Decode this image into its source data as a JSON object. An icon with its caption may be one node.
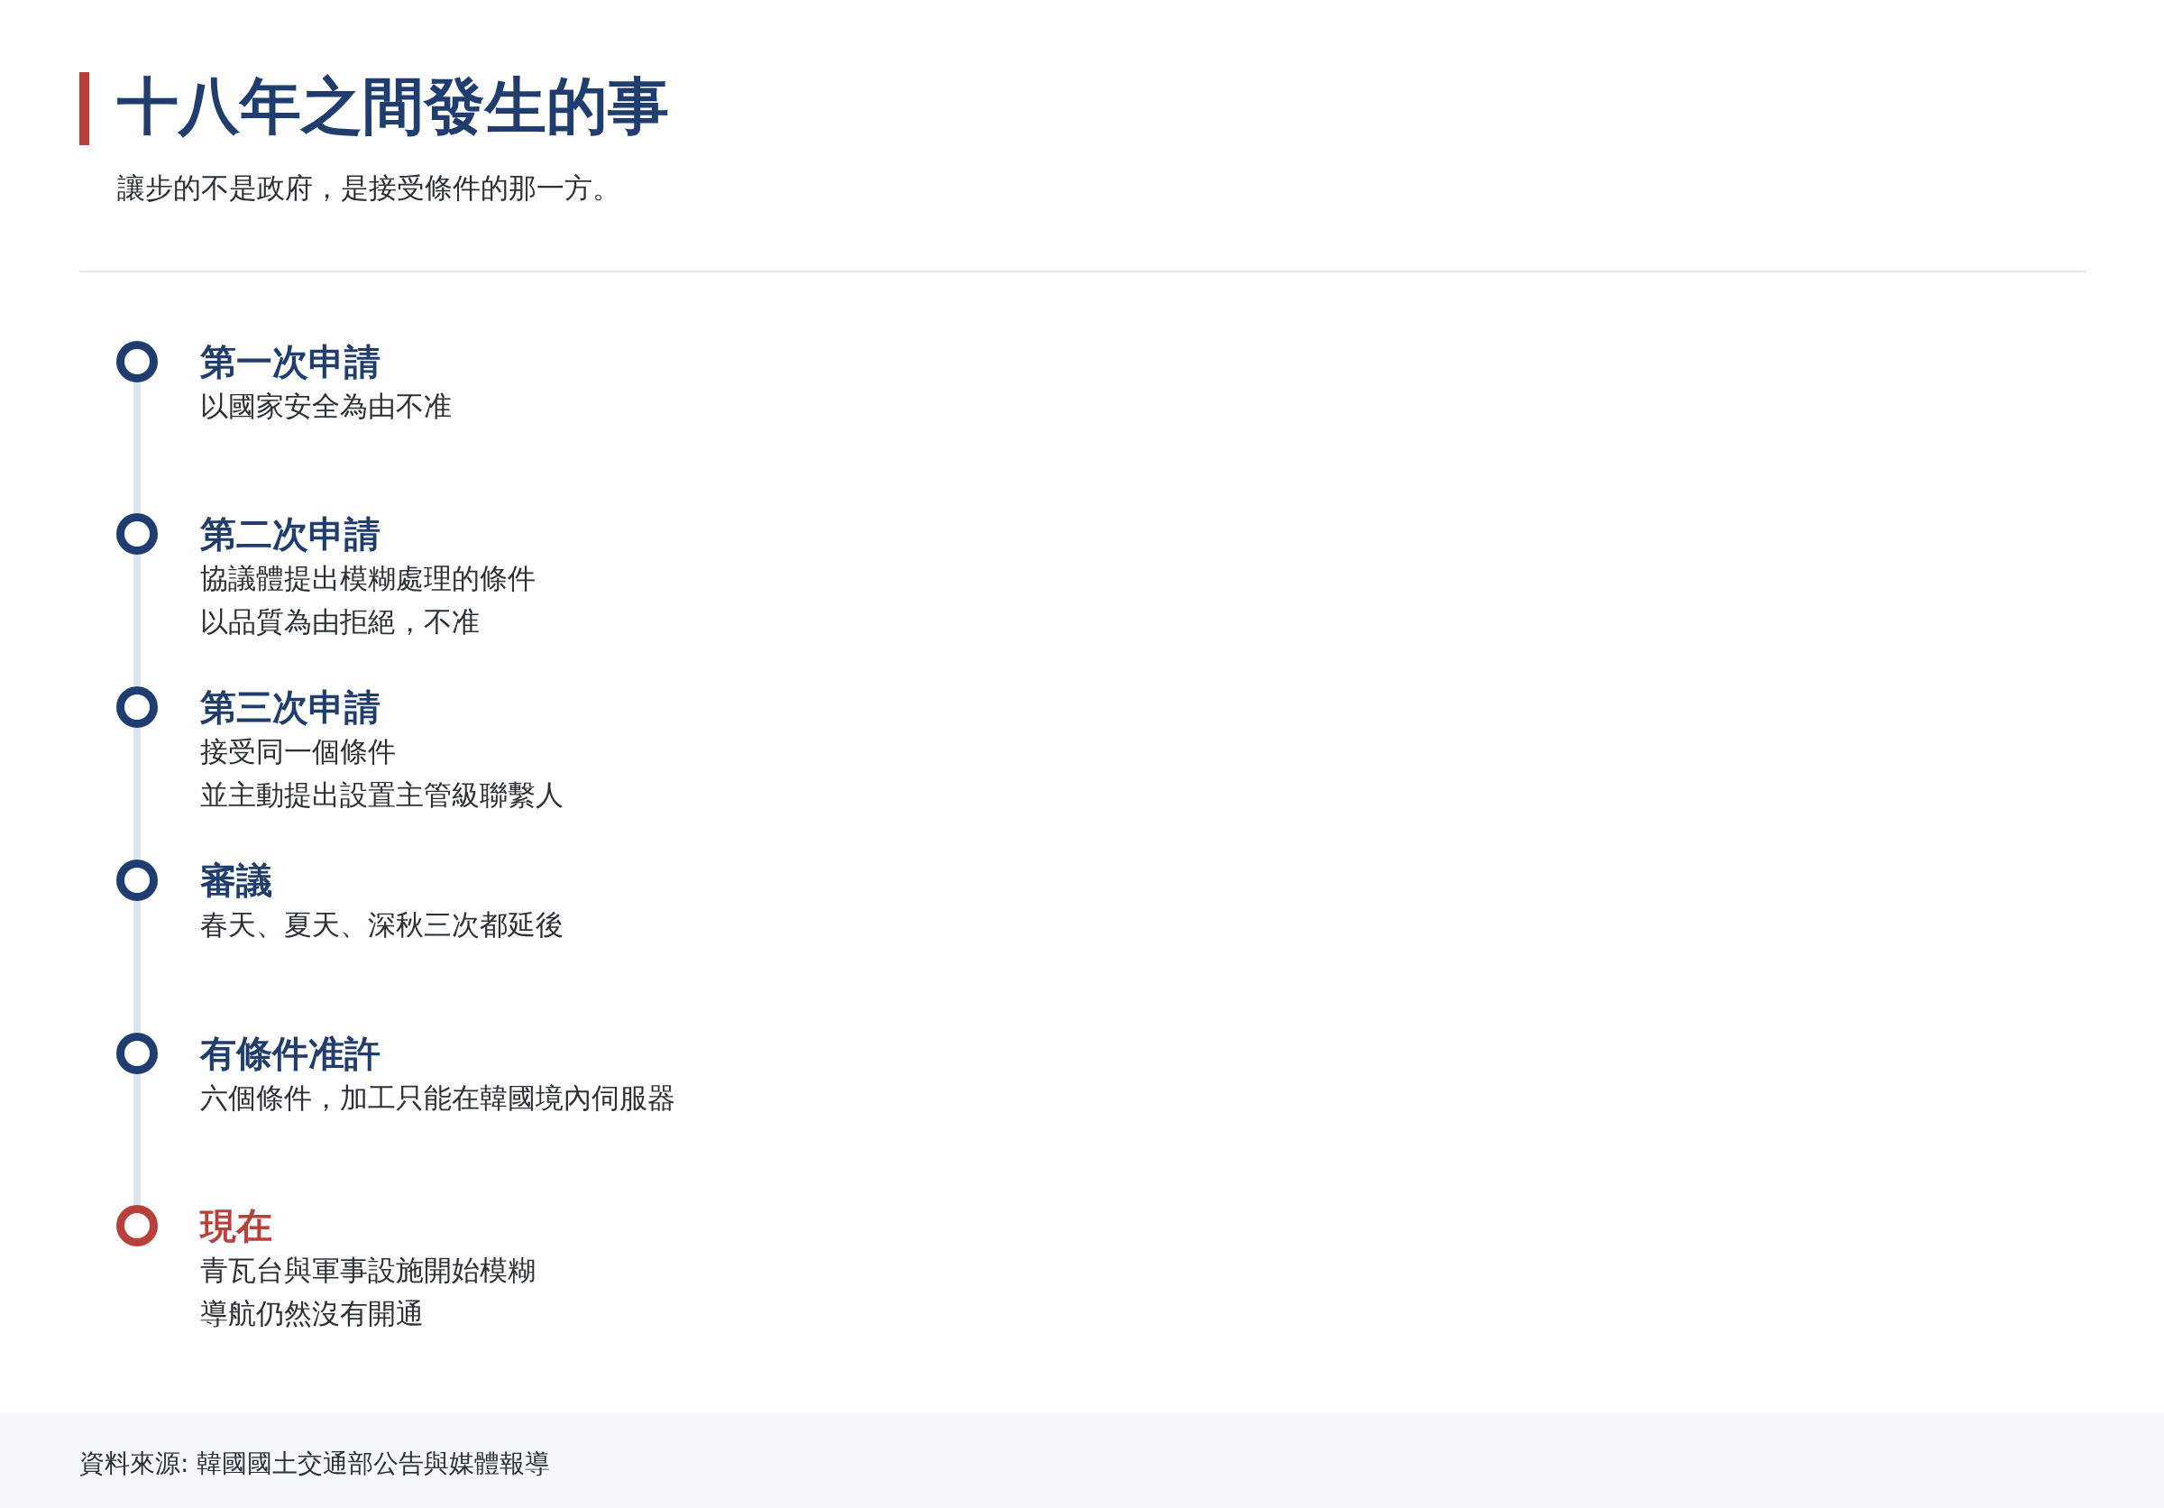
{
  "diagram": {
    "title": "十八年之間發生的事",
    "caption": "資料來源: 韓國國土交通部公告與媒體報導",
    "nodes": [
      {
        "text": [
          "第一次申請",
          "以國家安全為由不准"
        ]
      },
      {
        "text": [
          "第二次申請",
          "協議體提出模糊處理的條件",
          "以品質為由拒絕，不准"
        ]
      },
      {
        "text": [
          "第三次申請",
          "接受同一個條件",
          "並主動提出設置主管級聯繫人"
        ]
      },
      {
        "text": [
          "審議",
          "春天、夏天、深秋三次都延後"
        ]
      },
      {
        "text": [
          "有條件准許",
          "六個條件，加工只能在韓國境內伺服器"
        ]
      },
      {
        "text": [
          "現在",
          "青瓦台與軍事設施開始模糊",
          "導航仍然沒有開通"
        ]
      }
    ],
    "edges": [
      {
        "from": 0,
        "to": 1,
        "arrow": "none"
      },
      {
        "from": 1,
        "to": 2,
        "arrow": "none"
      },
      {
        "from": 2,
        "to": 3,
        "arrow": "none"
      },
      {
        "from": 3,
        "to": 4,
        "arrow": "none"
      },
      {
        "from": 4,
        "to": 5,
        "arrow": "none"
      }
    ],
    "labels": [
      "讓步的不是政府，是接受條件的那一方。"
    ]
  }
}
